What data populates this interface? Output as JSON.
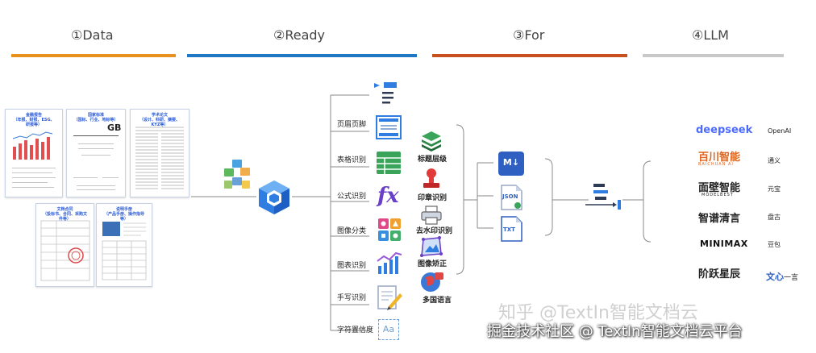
{
  "stages": [
    {
      "label": "①Data",
      "color": "#e8911c"
    },
    {
      "label": "②Ready",
      "color": "#1f77c4"
    },
    {
      "label": "③For",
      "color": "#c8501e"
    },
    {
      "label": "④LLM",
      "color": "#c8c8c8"
    }
  ],
  "features": [
    "页眉页脚",
    "表格识别",
    "公式识别",
    "图像分类",
    "图表识别",
    "手写识别",
    "字符置信度"
  ],
  "sub_features": [
    "标题层级",
    "印章识别",
    "去水印识别",
    "图像矫正",
    "多国语言"
  ],
  "output_formats": {
    "markdown": "M↓",
    "json": "JSON",
    "txt": "TXT"
  },
  "llm_logos": [
    {
      "text": "deepseek",
      "color": "#4d6bfe"
    },
    {
      "text": "百川智能",
      "sub": "BAICHUAN AI",
      "color": "#e0641c"
    },
    {
      "text": "面壁智能",
      "sub": "MODELBEST",
      "color": "#222222"
    },
    {
      "text": "智谱清言",
      "color": "#222222"
    },
    {
      "text": "MINIMAX",
      "color": "#111111"
    },
    {
      "text": "阶跃星辰",
      "color": "#222222"
    }
  ],
  "llm_names": [
    "OpenAI",
    "通义",
    "元宝",
    "盘古",
    "豆包"
  ],
  "wenxin": {
    "part1": "文心",
    "part2": "一言"
  },
  "formula_symbol": "fx",
  "icon_aa": "Aa",
  "doc_headers": [
    "金融报告\n（年报、财报、ESG、研报等）",
    "国家标准\n（国标、行业、地标等）",
    "学术论文\n（设计、科研、摘要、KYZ等）",
    "文档合同\n（投标书、合同、采购文件等）",
    "说明手册\n（产品手册、操作指导等）"
  ],
  "gb_logo": "GB",
  "watermark": "知乎 @TextIn智能文档云",
  "footer": "掘金技术社区 @ TextIn智能文档云平台"
}
